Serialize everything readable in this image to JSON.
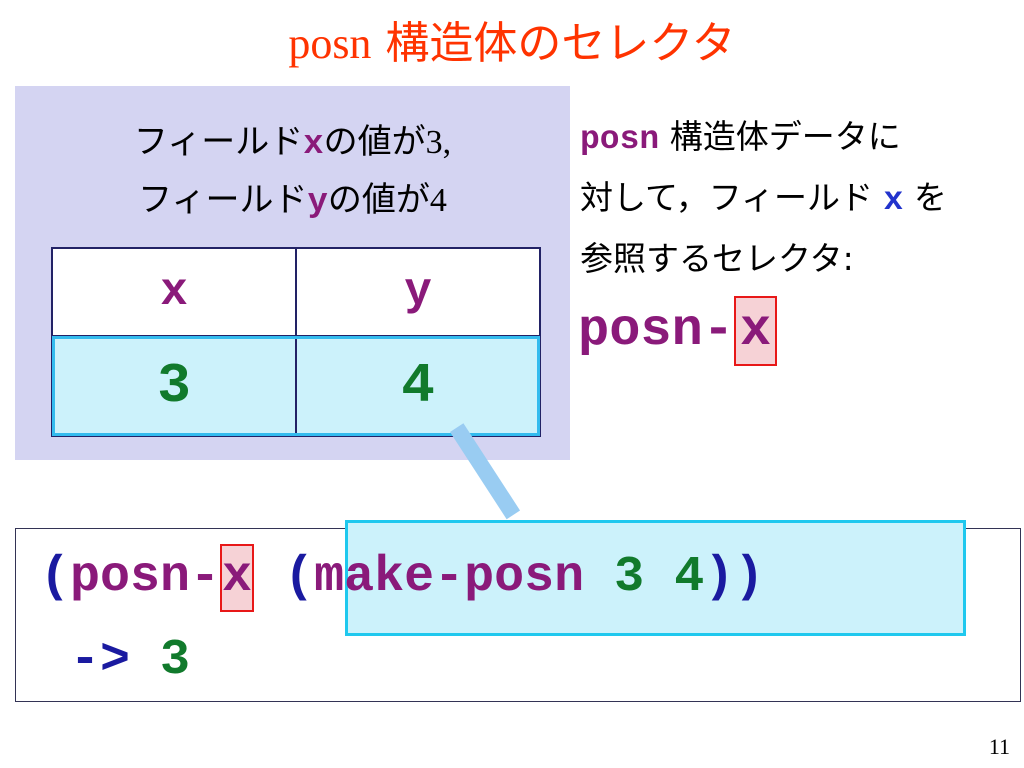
{
  "title": {
    "latin": "posn",
    "japanese": " 構造体のセレクタ"
  },
  "left_panel": {
    "caption_line_1": {
      "prefix": "フィールド",
      "field": "x",
      "middle": "の値が",
      "value": "3,"
    },
    "caption_line_2": {
      "prefix": "フィールド",
      "field": "y",
      "middle": "の値が",
      "value": "4"
    },
    "table": {
      "headers": [
        "x",
        "y"
      ],
      "values": [
        "3",
        "4"
      ]
    }
  },
  "description": {
    "code": "posn",
    "line_1_rest": " 構造体データに",
    "line_2_prefix": "対して，フィールド ",
    "field": "x",
    "line_2_suffix": " を",
    "line_3": "参照するセレクタ:"
  },
  "selector_name": {
    "prefix": "posn-",
    "field": "x"
  },
  "code_example": {
    "line_1": {
      "open_paren": "(",
      "fn_prefix": "posn-",
      "fn_field": "x",
      "space": " ",
      "inner_open": "(",
      "inner_fn": "make-posn",
      "arg_1": "3",
      "arg_2": "4",
      "inner_close": ")",
      "close_paren": ")"
    },
    "line_2": {
      "arrow": "->",
      "result": "3"
    }
  },
  "page_number": "11",
  "colors": {
    "title": "#ff3300",
    "panel_bg": "#d4d4f2",
    "code_fn": "#8a1a7a",
    "code_num": "#117a2c",
    "code_paren": "#1a1aa0",
    "highlight_bg": "#ccf2fb",
    "highlight_border": "#1fc8ee",
    "selector_box_bg": "#f6d2d6",
    "selector_box_border": "#e81818"
  }
}
